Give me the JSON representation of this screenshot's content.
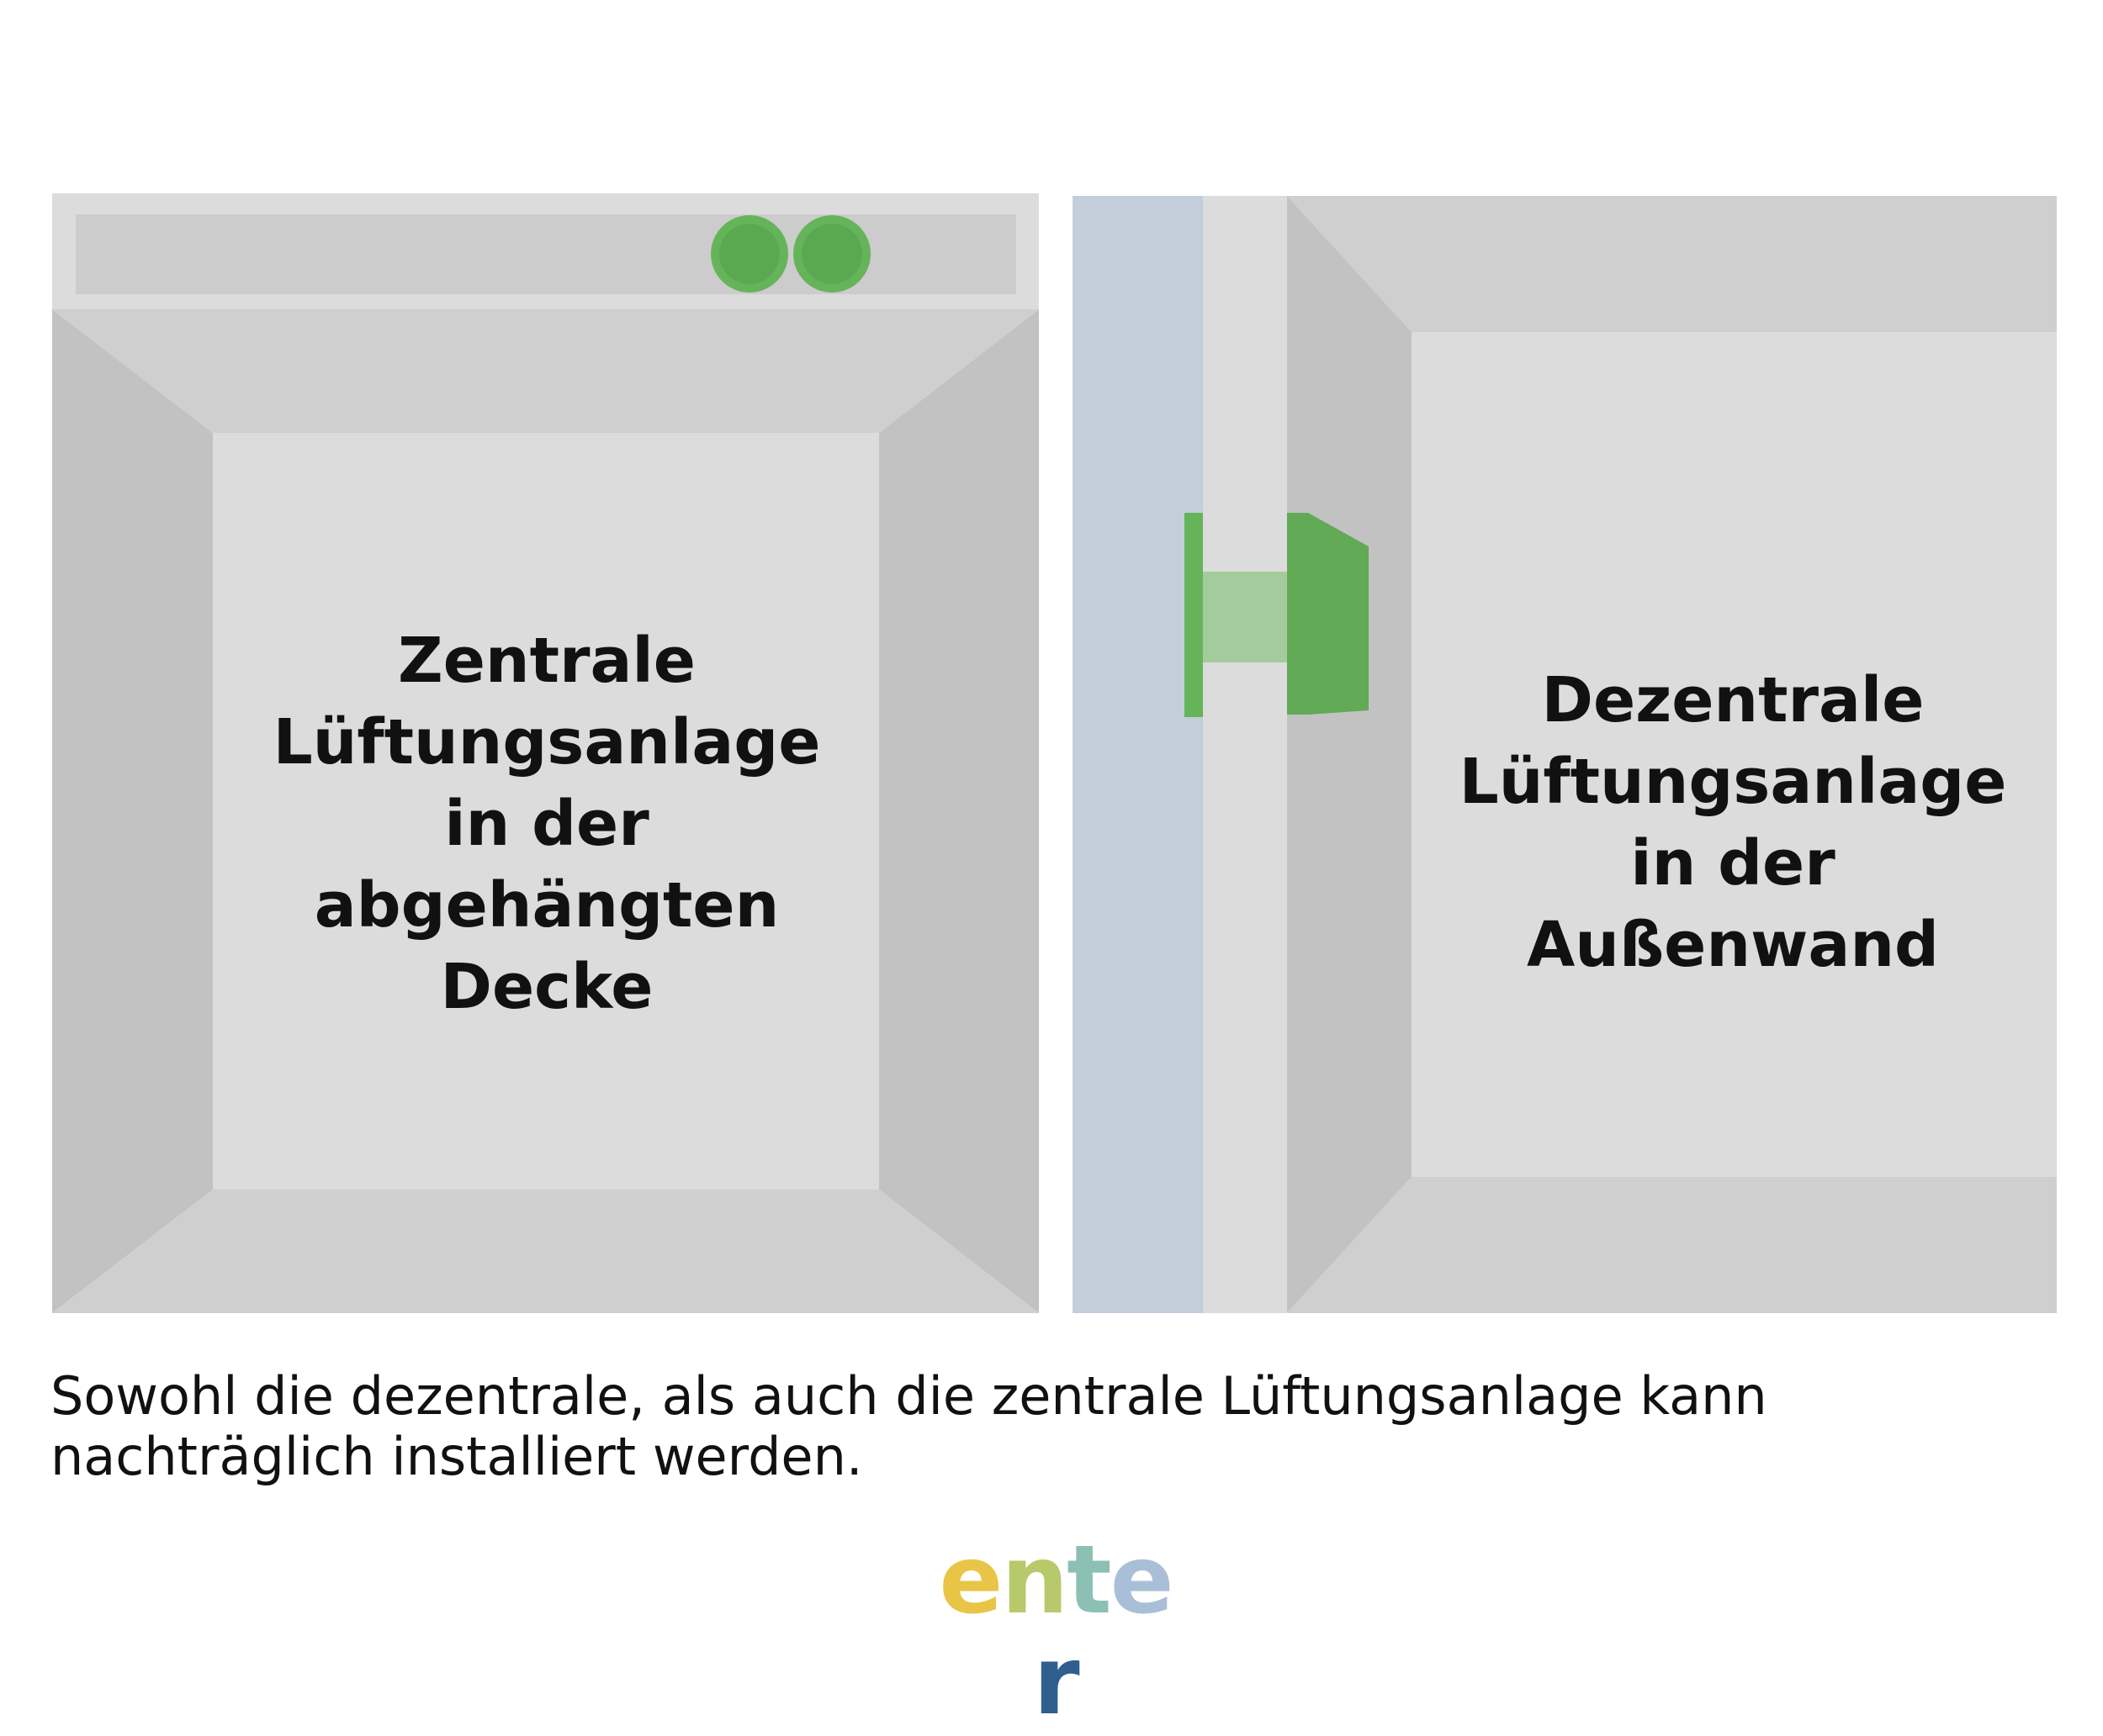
{
  "left_panel": {
    "label_lines": [
      "Zentrale",
      "Lüftungsanlage",
      "in der",
      "abgehängten",
      "Decke"
    ]
  },
  "right_panel": {
    "label_lines": [
      "Dezentrale",
      "Lüftungsanlage",
      "in der",
      "Außenwand"
    ]
  },
  "caption_lines": [
    "Sowohl die dezentrale, als auch die zentrale Lüftungsanlage kann",
    "nachträglich installiert werden."
  ],
  "logo": {
    "letters": [
      {
        "char": "e",
        "color": "#e8c547"
      },
      {
        "char": "n",
        "color": "#b7c96a"
      },
      {
        "char": "t",
        "color": "#8cc0b4"
      },
      {
        "char": "e",
        "color": "#a9bfd8"
      },
      {
        "char": "r",
        "color": "#2f5f8f"
      }
    ]
  },
  "colors": {
    "room_back_wall": "#dcdcdc",
    "room_side_wall": "#c2c2c2",
    "room_ceiling_floor": "#cfcfcf",
    "ventilation_unit": "#66b45a",
    "ventilation_unit_dark": "#5aa850",
    "exterior_wall": "#c3cedb"
  }
}
